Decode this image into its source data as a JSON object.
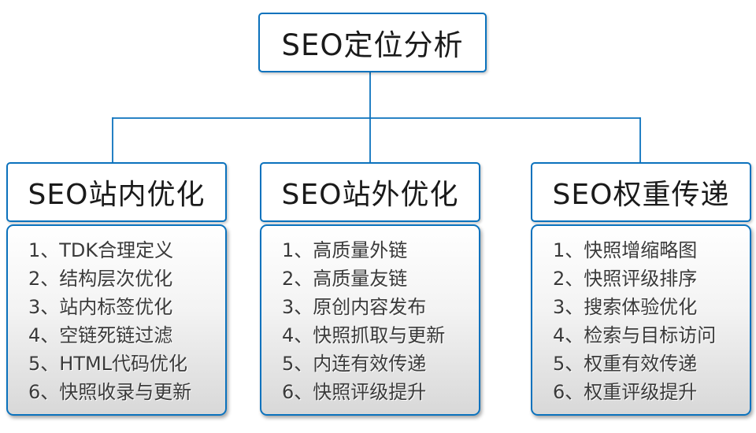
{
  "root": {
    "title": "SEO定位分析"
  },
  "colors": {
    "line_blue": "#0b72bd",
    "box_gradient_top": "#ffffff",
    "box_gradient_bottom": "#d8d8d8",
    "text_dark": "#1a1a1a"
  },
  "columns": [
    {
      "title": "SEO站内优化",
      "items": [
        "1、TDK合理定义",
        "2、结构层次优化",
        "3、站内标签优化",
        "4、空链死链过滤",
        "5、HTML代码优化",
        "6、快照收录与更新"
      ]
    },
    {
      "title": "SEO站外优化",
      "items": [
        "1、高质量外链",
        "2、高质量友链",
        "3、原创内容发布",
        "4、快照抓取与更新",
        "5、内连有效传递",
        "6、快照评级提升"
      ]
    },
    {
      "title": "SEO权重传递",
      "items": [
        "1、快照增缩略图",
        "2、快照评级排序",
        "3、搜索体验优化",
        "4、检索与目标访问",
        "5、权重有效传递",
        "6、权重评级提升"
      ]
    }
  ]
}
